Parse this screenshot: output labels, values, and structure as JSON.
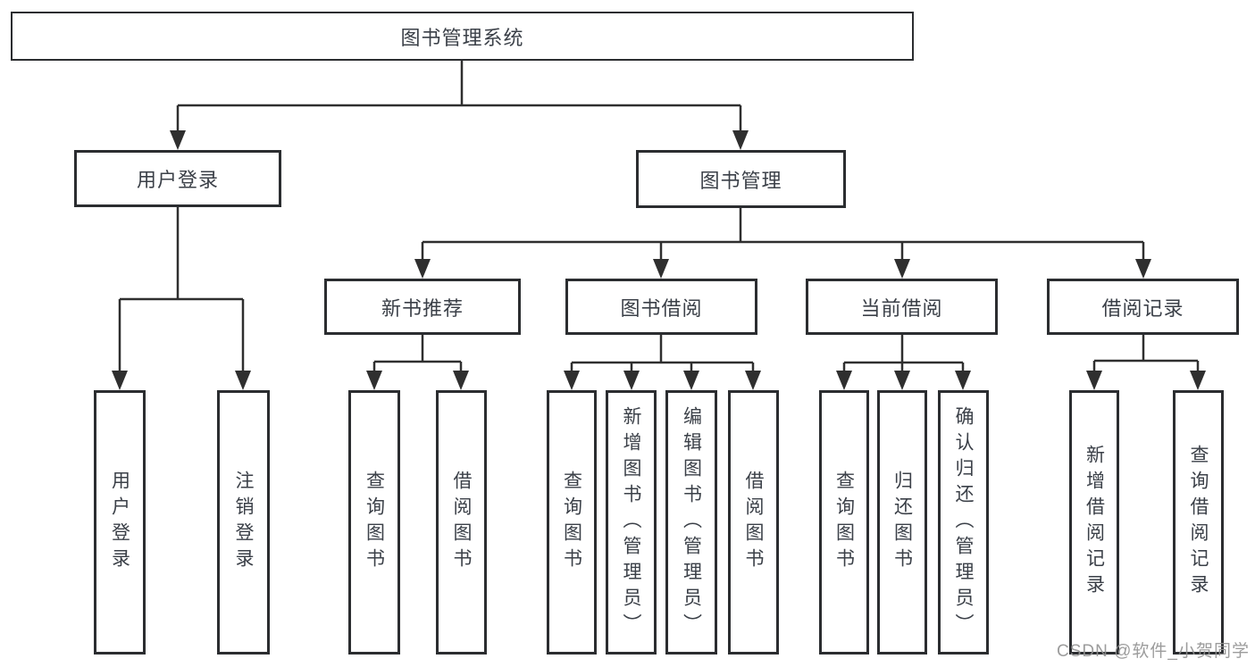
{
  "title": "图书管理系统",
  "branches": [
    {
      "label": "用户登录",
      "children": [
        {
          "label": "用户登录"
        },
        {
          "label": "注销登录"
        }
      ]
    },
    {
      "label": "图书管理",
      "children": [
        {
          "label": "新书推荐",
          "children": [
            {
              "label": "查询图书"
            },
            {
              "label": "借阅图书"
            }
          ]
        },
        {
          "label": "图书借阅",
          "children": [
            {
              "label": "查询图书"
            },
            {
              "label": "新增图书（管理员）"
            },
            {
              "label": "编辑图书（管理员）"
            },
            {
              "label": "借阅图书"
            }
          ]
        },
        {
          "label": "当前借阅",
          "children": [
            {
              "label": "查询图书"
            },
            {
              "label": "归还图书"
            },
            {
              "label": "确认归还（管理员）"
            }
          ]
        },
        {
          "label": "借阅记录",
          "children": [
            {
              "label": "新增借阅记录"
            },
            {
              "label": "查询借阅记录"
            }
          ]
        }
      ]
    }
  ],
  "watermark": "CSDN @软件_小贺同学",
  "colors": {
    "line": "#2f2f2f",
    "border": "#2b2d30",
    "text": "#3b4048",
    "watermark": "#919191"
  }
}
